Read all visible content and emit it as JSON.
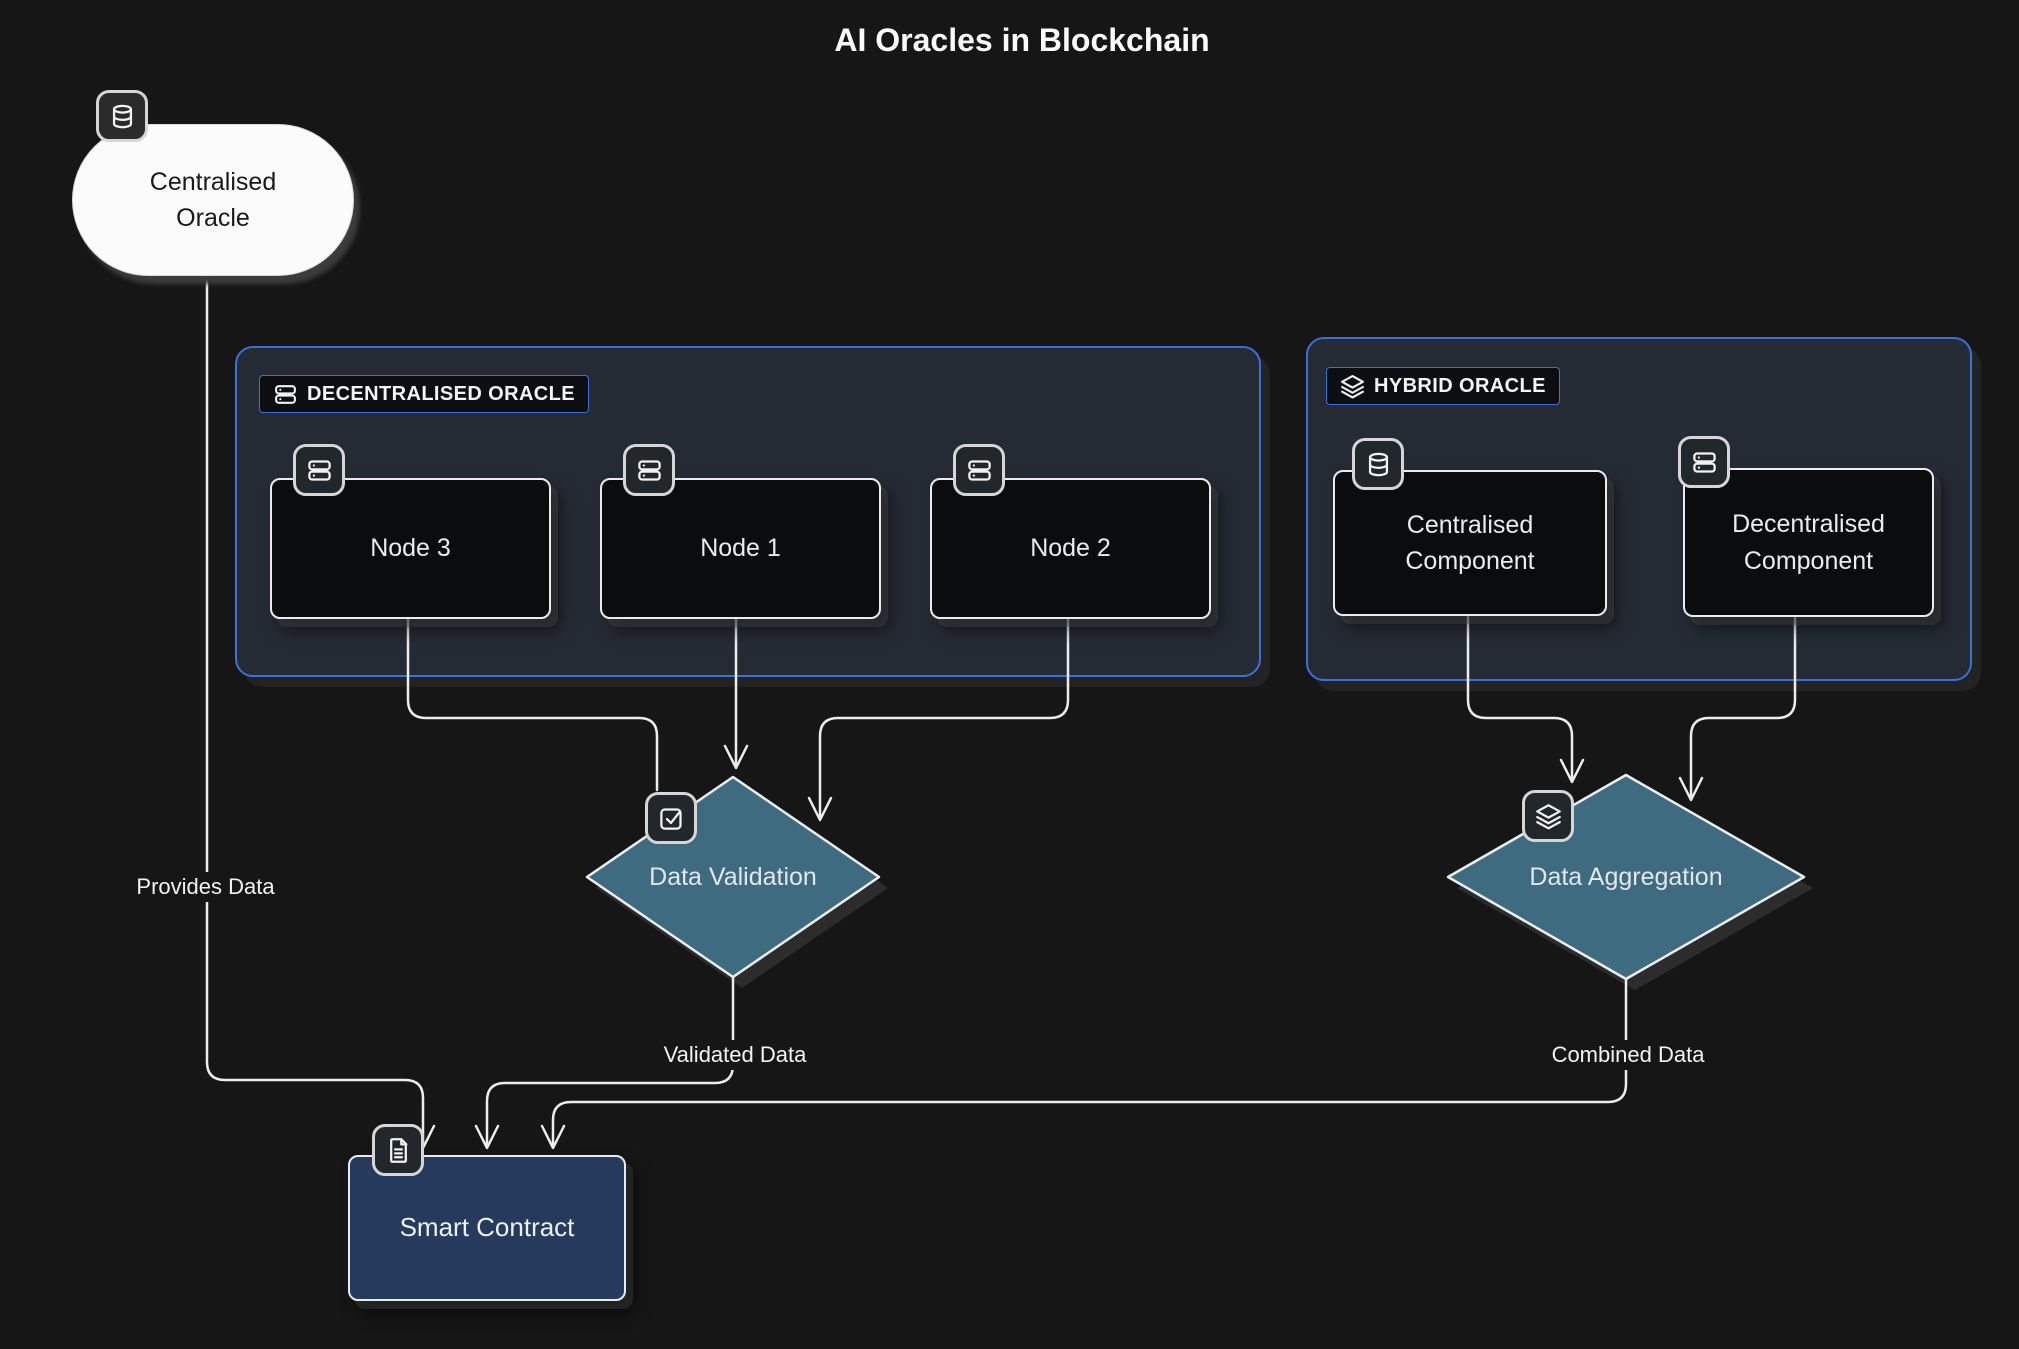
{
  "title": "AI Oracles in Blockchain",
  "centralised_oracle": {
    "label": "Centralised Oracle"
  },
  "decentralised_oracle": {
    "label": "DECENTRALISED ORACLE",
    "nodes": [
      {
        "label": "Node 3"
      },
      {
        "label": "Node 1"
      },
      {
        "label": "Node 2"
      }
    ]
  },
  "hybrid_oracle": {
    "label": "HYBRID ORACLE",
    "components": [
      {
        "label": "Centralised Component"
      },
      {
        "label": "Decentralised Component"
      }
    ]
  },
  "processes": {
    "validation": {
      "label": "Data Validation"
    },
    "aggregation": {
      "label": "Data Aggregation"
    }
  },
  "smart_contract": {
    "label": "Smart Contract"
  },
  "edges": {
    "provides": "Provides Data",
    "validated": "Validated Data",
    "combined": "Combined Data"
  },
  "colors": {
    "background": "#161616",
    "panel_fill": "#252b35",
    "panel_border": "#3b70d8",
    "node_fill": "#0b0c0e",
    "node_border": "#ebebeb",
    "diamond_fill": "#3f6b80",
    "smart_contract_fill": "#253a5c",
    "oracle_fill": "#fbfbfb",
    "wire": "#ececec"
  }
}
